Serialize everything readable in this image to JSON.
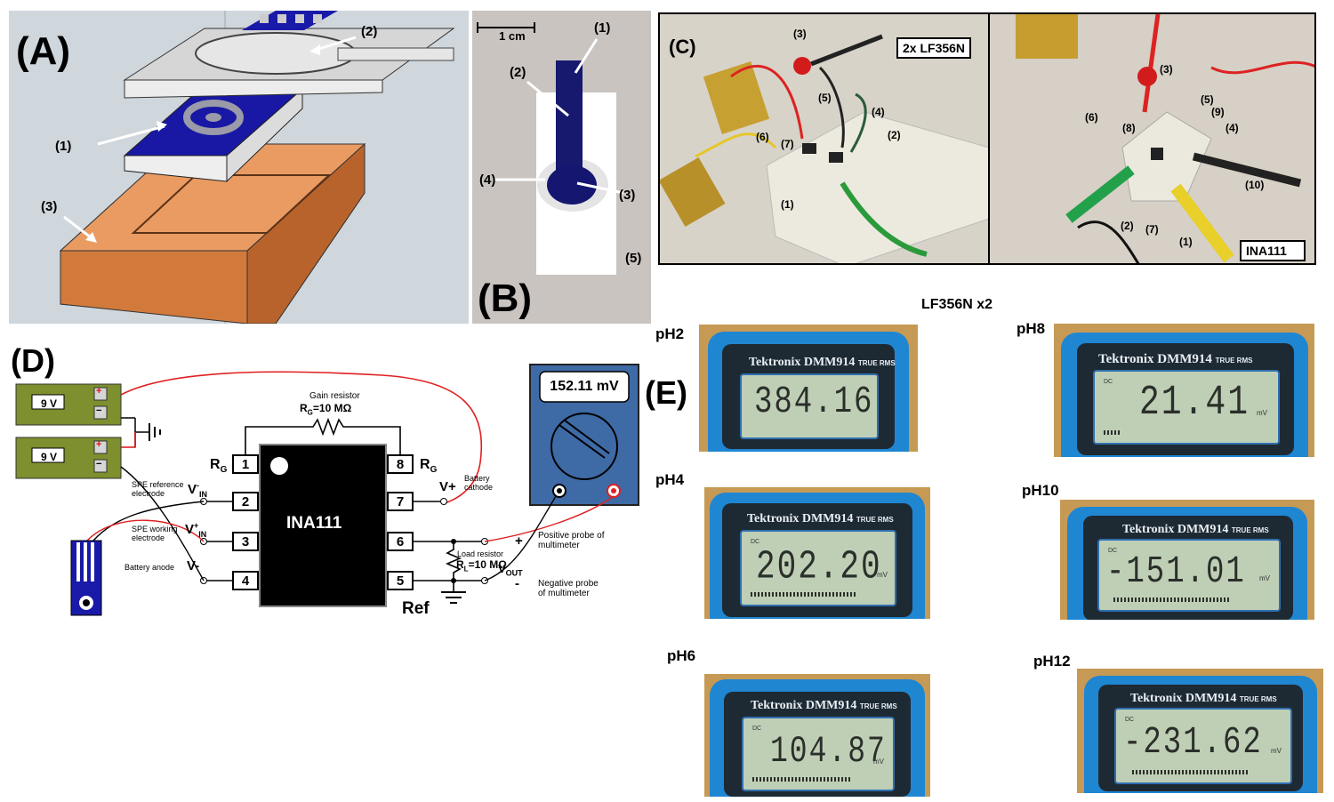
{
  "panels": {
    "a": {
      "letter": "(A)",
      "labels": [
        "(1)",
        "(2)",
        "(3)"
      ]
    },
    "b": {
      "letter": "(B)",
      "scale": "1 cm",
      "labels": [
        "(1)",
        "(2)",
        "(3)",
        "(4)",
        "(5)"
      ]
    },
    "c": {
      "letter": "(C)",
      "box_left": "2x LF356N",
      "box_right": "INA111",
      "left_labels": [
        "(1)",
        "(2)",
        "(3)",
        "(4)",
        "(5)",
        "(6)",
        "(7)"
      ],
      "right_labels": [
        "(1)",
        "(2)",
        "(3)",
        "(4)",
        "(5)",
        "(6)",
        "(7)",
        "(8)",
        "(9)",
        "(10)"
      ]
    },
    "d": {
      "letter": "(D)"
    },
    "e": {
      "letter": "(E)",
      "header": "LF356N x2"
    }
  },
  "circuit": {
    "battery_label": "9 V",
    "plus": "+",
    "minus": "−",
    "gain_resistor_title": "Gain resistor",
    "gain_resistor_value": "R",
    "gain_resistor_sub": "G",
    "gain_resistor_rest": "=10 MΩ",
    "chip_name": "INA111",
    "pins_left": [
      "1",
      "2",
      "3",
      "4"
    ],
    "pins_right": [
      "8",
      "7",
      "6",
      "5"
    ],
    "rg": "R",
    "rg_sub": "G",
    "v_in_minus": "V",
    "v_in_minus_sup": "-",
    "v_in_minus_sub": "IN",
    "v_in_plus": "V",
    "v_in_plus_sup": "+",
    "v_in_plus_sub": "IN",
    "v_minus": "V-",
    "v_plus": "V+",
    "spe_ref_1": "SPE reference",
    "spe_ref_2": "electrode",
    "spe_work_1": "SPE working",
    "spe_work_2": "electrode",
    "battery_anode": "Battery anode",
    "battery_cathode_1": "Battery",
    "battery_cathode_2": "cathode",
    "load_title": "Load resistor",
    "load_r": "R",
    "load_sub": "L",
    "load_rest": "=10 MΩ",
    "vout": "V",
    "vout_sub": "OUT",
    "pos_probe_1": "Positive probe of",
    "pos_probe_2": "multimeter",
    "neg_probe_1": "Negative probe",
    "neg_probe_2": "of multimeter",
    "ref": "Ref",
    "out_plus": "+",
    "out_minus": "-",
    "multimeter_reading": "152.11 mV"
  },
  "meters": [
    {
      "ph": "pH2",
      "reading": "384.16"
    },
    {
      "ph": "pH4",
      "reading": "202.20"
    },
    {
      "ph": "pH6",
      "reading": "104.87"
    },
    {
      "ph": "pH8",
      "reading": "21.41"
    },
    {
      "ph": "pH10",
      "reading": "-151.01"
    },
    {
      "ph": "pH12",
      "reading": "-231.62"
    }
  ],
  "meter_brand": "Tektronix DMM914",
  "meter_brand_tag": "TRUE RMS",
  "meter_dc": "DC",
  "meter_unit": "mV",
  "colors": {
    "chip_blue": "#1a1aa8",
    "copper": "#dd8a4e",
    "battery_green": "#7a8c2c",
    "meter_blue": "#1f86d2",
    "multimeter_box": "#3a6aa8",
    "wire_red": "#e02020"
  }
}
